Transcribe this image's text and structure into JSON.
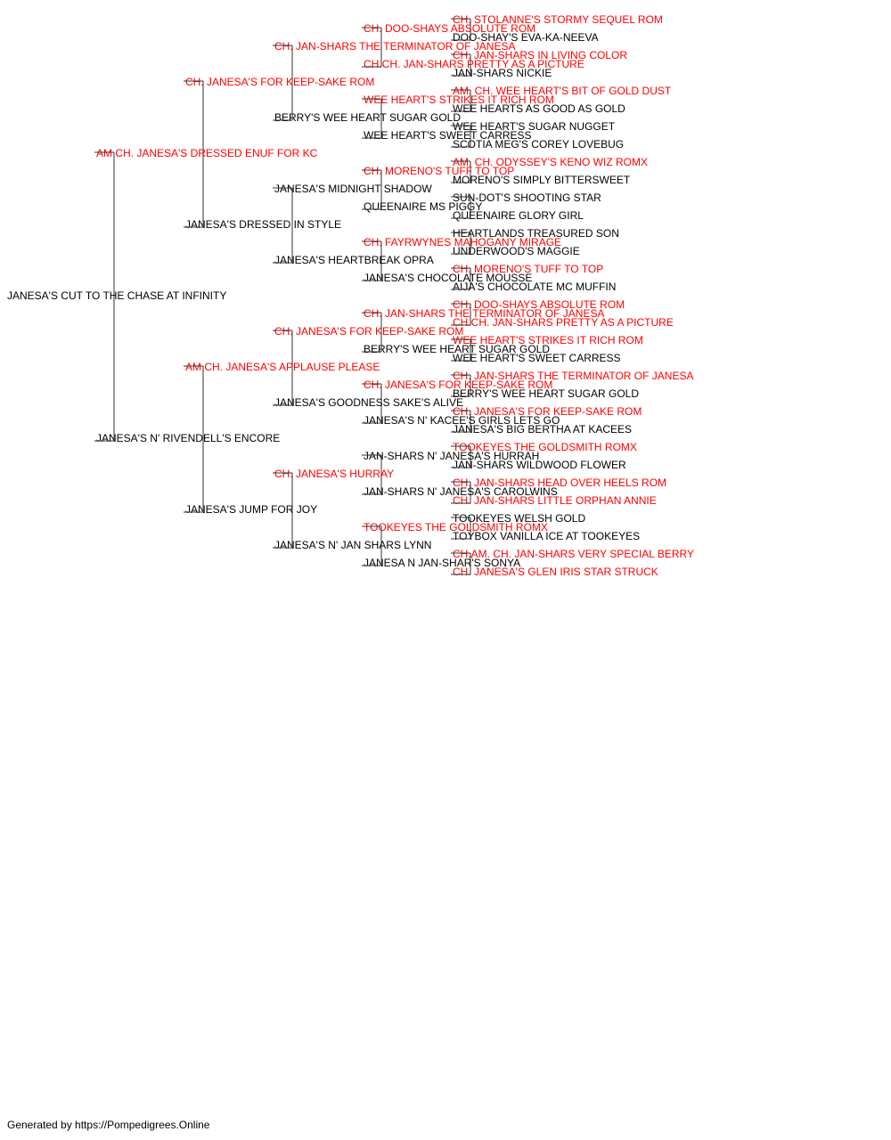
{
  "colors": {
    "champion": "#ff0000",
    "normal": "#000000",
    "connector": "#333333"
  },
  "pedigree": {
    "name": "JANESA'S CUT TO THE CHASE AT INFINITY",
    "champion": false,
    "sire": {
      "name": "AM CH. JANESA'S DRESSED ENUF FOR KC",
      "champion": true,
      "sire": {
        "name": "CH. JANESA'S FOR KEEP-SAKE ROM",
        "champion": true,
        "sire": {
          "name": "CH. JAN-SHARS THE TERMINATOR OF JANESA",
          "champion": true,
          "sire": {
            "name": "CH. DOO-SHAYS ABSOLUTE ROM",
            "champion": true,
            "sire": {
              "name": "CH. STOLANNE'S STORMY SEQUEL ROM",
              "champion": true
            },
            "dam": {
              "name": "DOO-SHAY'S EVA-KA-NEEVA",
              "champion": false
            }
          },
          "dam": {
            "name": "CH.CH. JAN-SHARS PRETTY AS A PICTURE",
            "champion": true,
            "sire": {
              "name": "CH. JAN-SHARS IN LIVING COLOR",
              "champion": true
            },
            "dam": {
              "name": "JAN-SHARS NICKIE",
              "champion": false
            }
          }
        },
        "dam": {
          "name": "BERRY'S WEE HEART SUGAR GOLD",
          "champion": false,
          "sire": {
            "name": "WEE HEART'S STRIKES IT RICH ROM",
            "champion": true,
            "sire": {
              "name": "AM. CH. WEE HEART'S BIT OF GOLD DUST",
              "champion": true
            },
            "dam": {
              "name": "WEE HEARTS AS GOOD AS GOLD",
              "champion": false
            }
          },
          "dam": {
            "name": "WEE HEART'S SWEET CARRESS",
            "champion": false,
            "sire": {
              "name": "WEE HEART'S SUGAR NUGGET",
              "champion": false
            },
            "dam": {
              "name": "SCOTIA MEG'S COREY LOVEBUG",
              "champion": false
            }
          }
        }
      },
      "dam": {
        "name": "JANESA'S DRESSED IN STYLE",
        "champion": false,
        "sire": {
          "name": "JANESA'S MIDNIGHT SHADOW",
          "champion": false,
          "sire": {
            "name": "CH. MORENO'S TUFF TO TOP",
            "champion": true,
            "sire": {
              "name": "AM. CH. ODYSSEY'S KENO WIZ ROMX",
              "champion": true
            },
            "dam": {
              "name": "MORENO'S SIMPLY BITTERSWEET",
              "champion": false
            }
          },
          "dam": {
            "name": "QUEENAIRE MS PIGGY",
            "champion": false,
            "sire": {
              "name": "SUN-DOT'S SHOOTING STAR",
              "champion": false
            },
            "dam": {
              "name": "QUEENAIRE GLORY GIRL",
              "champion": false
            }
          }
        },
        "dam": {
          "name": "JANESA'S HEARTBREAK OPRA",
          "champion": false,
          "sire": {
            "name": "CH. FAYRWYNES MAHOGANY MIRAGE",
            "champion": true,
            "sire": {
              "name": "HEARTLANDS TREASURED SON",
              "champion": false
            },
            "dam": {
              "name": "UNDERWOOD'S MAGGIE",
              "champion": false
            }
          },
          "dam": {
            "name": "JANESA'S CHOCOLATE MOUSSE",
            "champion": false,
            "sire": {
              "name": "CH. MORENO'S TUFF TO TOP",
              "champion": true
            },
            "dam": {
              "name": "AIJA'S CHOCOLATE MC MUFFIN",
              "champion": false
            }
          }
        }
      }
    },
    "dam": {
      "name": "JANESA'S N' RIVENDELL'S ENCORE",
      "champion": false,
      "sire": {
        "name": "AM CH. JANESA'S APPLAUSE PLEASE",
        "champion": true,
        "sire": {
          "name": "CH. JANESA'S FOR KEEP-SAKE ROM",
          "champion": true,
          "sire": {
            "name": "CH. JAN-SHARS THE TERMINATOR OF JANESA",
            "champion": true,
            "sire": {
              "name": "CH. DOO-SHAYS ABSOLUTE ROM",
              "champion": true
            },
            "dam": {
              "name": "CH.CH. JAN-SHARS PRETTY AS A PICTURE",
              "champion": true
            }
          },
          "dam": {
            "name": "BERRY'S WEE HEART SUGAR GOLD",
            "champion": false,
            "sire": {
              "name": "WEE HEART'S STRIKES IT RICH ROM",
              "champion": true
            },
            "dam": {
              "name": "WEE HEART'S SWEET CARRESS",
              "champion": false
            }
          }
        },
        "dam": {
          "name": "JANESA'S GOODNESS SAKE'S ALIVE",
          "champion": false,
          "sire": {
            "name": "CH. JANESA'S FOR KEEP-SAKE ROM",
            "champion": true,
            "sire": {
              "name": "CH. JAN-SHARS THE TERMINATOR OF JANESA",
              "champion": true
            },
            "dam": {
              "name": "BERRY'S WEE HEART SUGAR GOLD",
              "champion": false
            }
          },
          "dam": {
            "name": "JANESA'S N' KACEE'S GIRLS LETS GO",
            "champion": false,
            "sire": {
              "name": "CH. JANESA'S FOR KEEP-SAKE ROM",
              "champion": true
            },
            "dam": {
              "name": "JANESA'S BIG BERTHA AT KACEES",
              "champion": false
            }
          }
        }
      },
      "dam": {
        "name": "JANESA'S JUMP FOR JOY",
        "champion": false,
        "sire": {
          "name": "CH. JANESA'S HURRAY",
          "champion": true,
          "sire": {
            "name": "JAN-SHARS N' JANESA'S HURRAH",
            "champion": false,
            "sire": {
              "name": "TOOKEYES THE GOLDSMITH ROMX",
              "champion": true
            },
            "dam": {
              "name": "JAN-SHARS WILDWOOD FLOWER",
              "champion": false
            }
          },
          "dam": {
            "name": "JAN-SHARS N' JANESA'S CAROLWINS",
            "champion": false,
            "sire": {
              "name": "CH. JAN-SHARS HEAD OVER HEELS ROM",
              "champion": true
            },
            "dam": {
              "name": "CH. JAN-SHARS LITTLE ORPHAN ANNIE",
              "champion": true
            }
          }
        },
        "dam": {
          "name": "JANESA'S N' JAN SHARS LYNN",
          "champion": false,
          "sire": {
            "name": "TOOKEYES THE GOLDSMITH ROMX",
            "champion": true,
            "sire": {
              "name": "TOOKEYES WELSH GOLD",
              "champion": false
            },
            "dam": {
              "name": "TOYBOX VANILLA ICE AT TOOKEYES",
              "champion": false
            }
          },
          "dam": {
            "name": "JANESA N JAN-SHAR'S SONYA",
            "champion": false,
            "sire": {
              "name": "CH.AM. CH. JAN-SHARS VERY SPECIAL BERRY",
              "champion": true
            },
            "dam": {
              "name": "CH. JANESA'S GLEN IRIS STAR STRUCK",
              "champion": true
            }
          }
        }
      }
    }
  },
  "footer": {
    "text": "Generated by https://Pompedigrees.Online"
  }
}
